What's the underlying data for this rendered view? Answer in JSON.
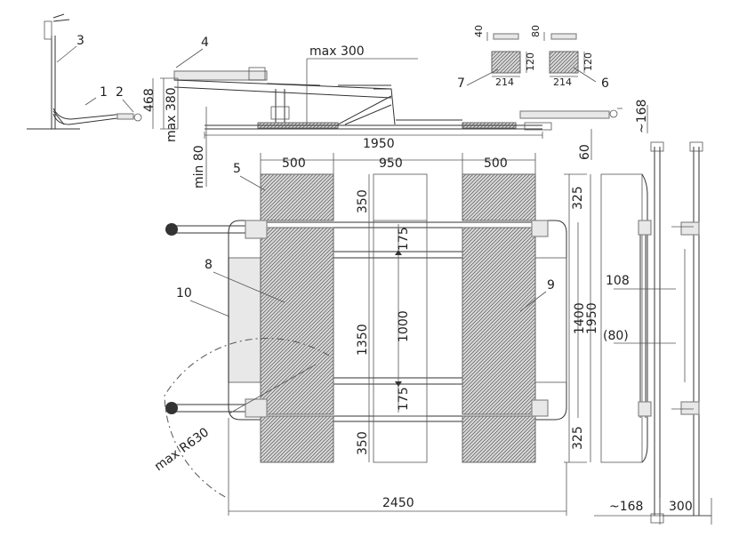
{
  "labels": {
    "top_max300": "max 300",
    "top_max380": "max 380",
    "top_468": "468",
    "top_1950": "1950",
    "top_min80": "min 80",
    "top_60": "60",
    "top_168": "~168",
    "pad7_40": "40",
    "pad7_120": "120",
    "pad7_214": "214",
    "pad6_80": "80",
    "pad6_120": "120",
    "pad6_214": "214",
    "plan_500a": "500",
    "plan_950": "950",
    "plan_500b": "500",
    "plan_350a": "350",
    "plan_175a": "175",
    "plan_1350": "1350",
    "plan_1000": "1000",
    "plan_175b": "175",
    "plan_350b": "350",
    "plan_325a": "325",
    "plan_1400": "1400",
    "plan_1950": "1950",
    "plan_325b": "325",
    "plan_2450": "2450",
    "plan_maxr": "max R630",
    "side_108": "108",
    "side_80": "(80)",
    "side_168": "~168",
    "side_300": "300"
  },
  "callouts": {
    "c1": "1",
    "c2": "2",
    "c3": "3",
    "c4": "4",
    "c5": "5",
    "c6": "6",
    "c7": "7",
    "c8": "8",
    "c9": "9",
    "c10": "10"
  }
}
